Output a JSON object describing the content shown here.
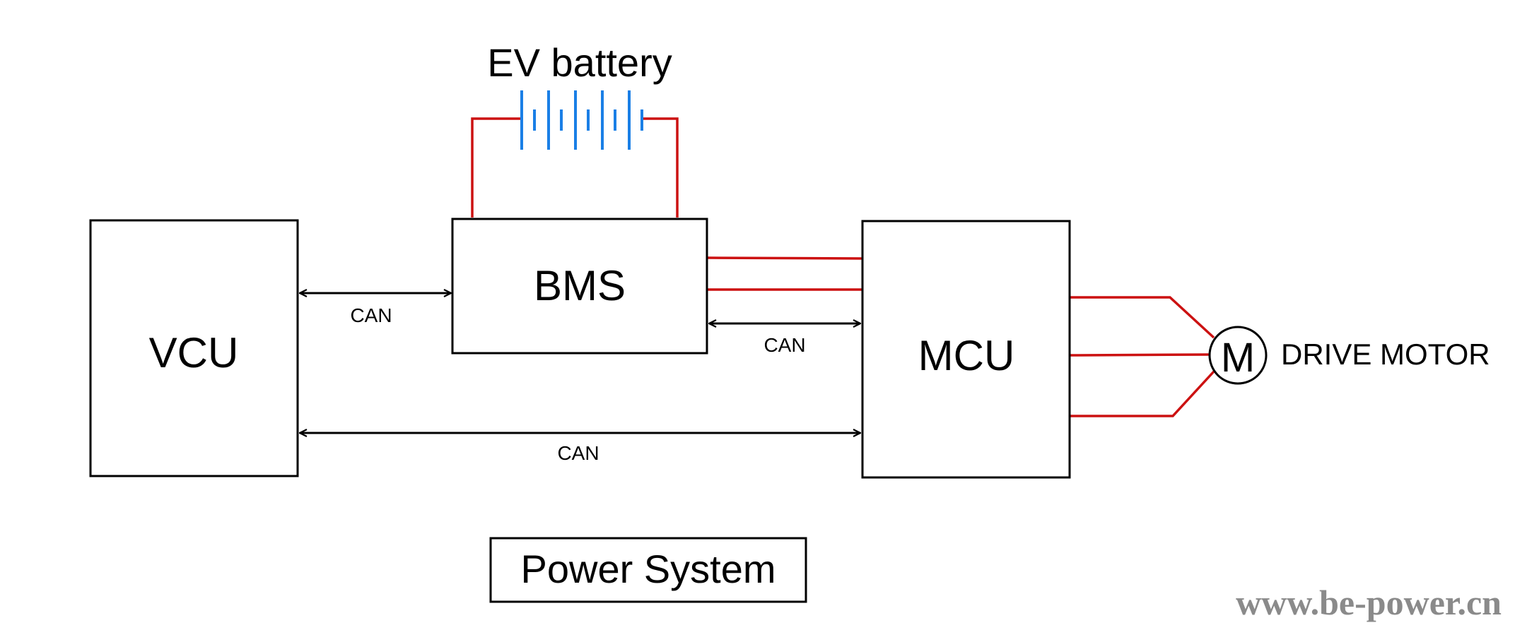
{
  "blocks": {
    "vcu": "VCU",
    "bms": "BMS",
    "mcu": "MCU"
  },
  "battery": {
    "label": "EV battery"
  },
  "motor": {
    "symbol": "M",
    "label": "DRIVE MOTOR"
  },
  "links": {
    "vcu_bms": "CAN",
    "bms_mcu": "CAN",
    "vcu_mcu": "CAN"
  },
  "system_label": "Power System",
  "watermark": "www.be-power.cn",
  "colors": {
    "power_wire": "#cc1111",
    "battery_cell": "#1a7fe6",
    "watermark": "#8a8a8a"
  },
  "icons": {
    "battery": "battery-cells-icon",
    "motor": "motor-circle-icon"
  }
}
